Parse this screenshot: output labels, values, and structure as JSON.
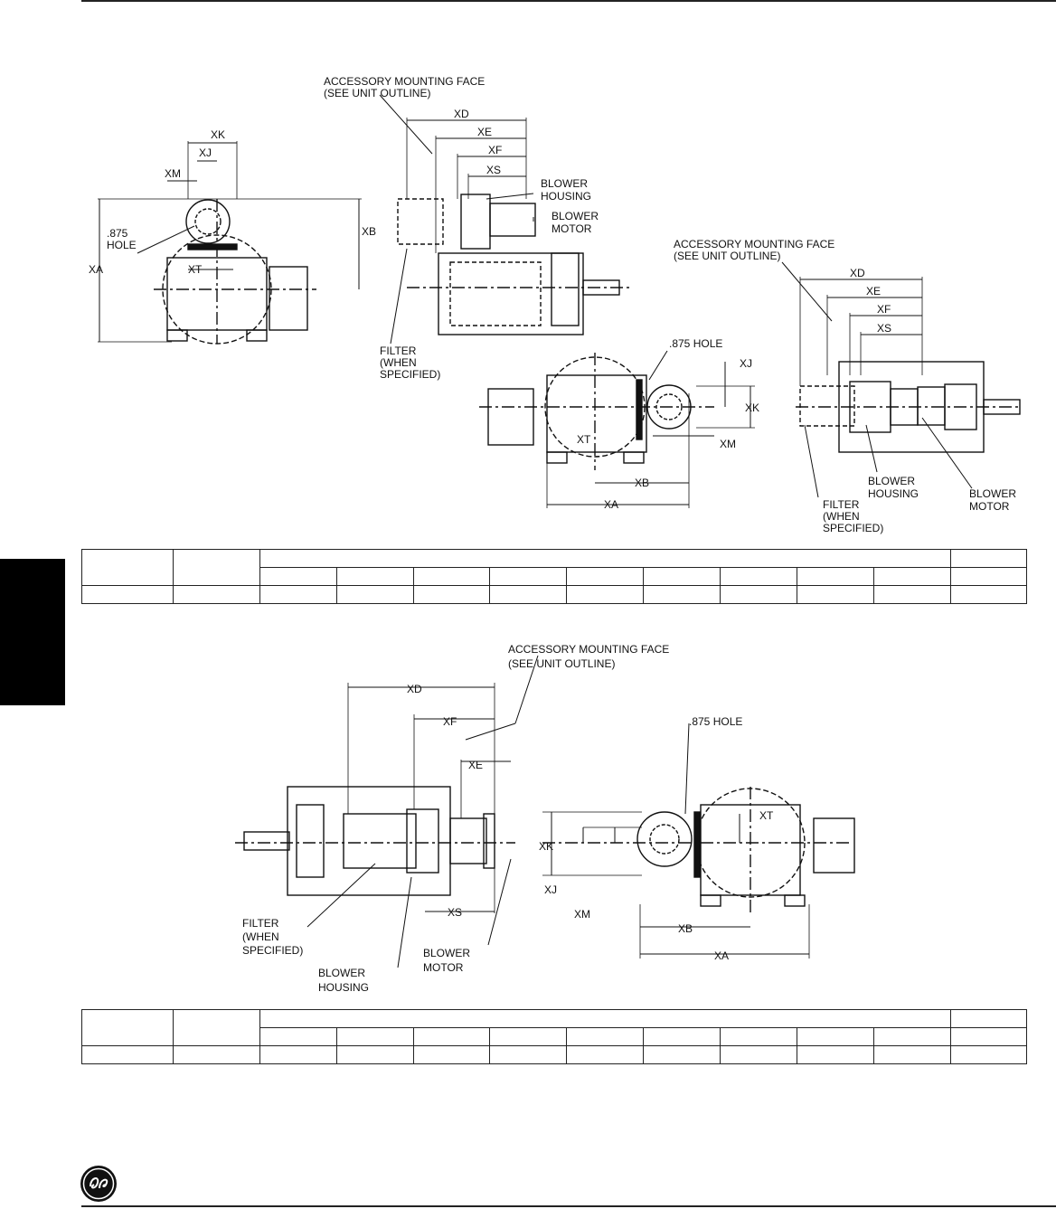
{
  "figure_top": {
    "labels": {
      "accessory_1": "ACCESSORY MOUNTING FACE",
      "accessory_1b": "(SEE UNIT OUTLINE)",
      "accessory_2": "ACCESSORY MOUNTING FACE",
      "accessory_2b": "(SEE UNIT OUTLINE)",
      "blower_housing_1a": "BLOWER",
      "blower_housing_1b": "HOUSING",
      "blower_motor_1a": "BLOWER",
      "blower_motor_1b": "MOTOR",
      "hole_1a": ".875",
      "hole_1b": "HOLE",
      "hole_2": ".875 HOLE",
      "filter_1a": "FILTER",
      "filter_1b": "(WHEN",
      "filter_1c": "SPECIFIED)",
      "filter_2a": "FILTER",
      "filter_2b": "(WHEN",
      "filter_2c": "SPECIFIED)",
      "blower_housing_2a": "BLOWER",
      "blower_housing_2b": "HOUSING",
      "blower_motor_2a": "BLOWER",
      "blower_motor_2b": "MOTOR"
    },
    "dims": {
      "xk": "XK",
      "xj": "XJ",
      "xm": "XM",
      "xb": "XB",
      "xa": "XA",
      "xt": "XT",
      "xd": "XD",
      "xe": "XE",
      "xf": "XF",
      "xs": "XS"
    }
  },
  "figure_bottom": {
    "labels": {
      "accessory_a": "ACCESSORY MOUNTING FACE",
      "accessory_b": "(SEE UNIT OUTLINE)",
      "hole": ".875 HOLE",
      "filter_a": "FILTER",
      "filter_b": "(WHEN",
      "filter_c": "SPECIFIED)",
      "housing_a": "BLOWER",
      "housing_b": "HOUSING",
      "motor_a": "BLOWER",
      "motor_b": "MOTOR"
    },
    "dims": {
      "xd": "XD",
      "xf": "XF",
      "xe": "XE",
      "xs": "XS",
      "xk": "XK",
      "xj": "XJ",
      "xm": "XM",
      "xt": "XT",
      "xb": "XB",
      "xa": "XA"
    }
  },
  "table_top": {
    "rows": 3,
    "columns": 12
  },
  "table_bottom": {
    "rows": 3,
    "columns": 12
  },
  "logo": {
    "name": "ge-logo-icon"
  }
}
